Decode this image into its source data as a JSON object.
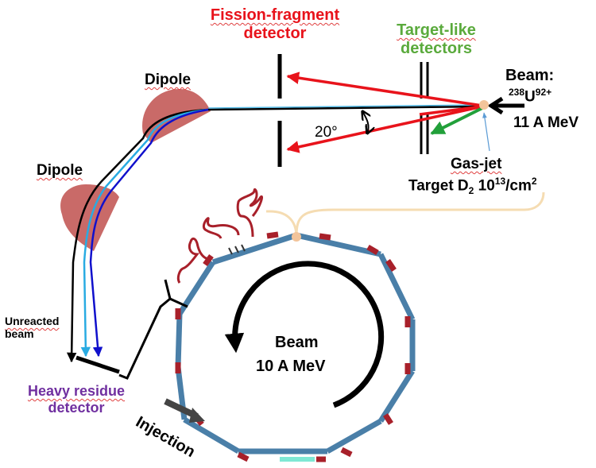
{
  "labels": {
    "fission_line1": "Fission-fragment",
    "fission_line2": "detector",
    "target_like_line1": "Target-like",
    "target_like_line2": "detectors",
    "beam_title": "Beam:",
    "beam_mass": "238",
    "beam_element": "U",
    "beam_charge": "92+",
    "beam_energy": "11 A MeV",
    "dipole_upper": "Dipole",
    "dipole_lower": "Dipole",
    "angle": "20°",
    "gas_jet": "Gas-jet",
    "target_prefix": "Target D",
    "target_sub": "2",
    "target_density": " 10",
    "target_exp": "13",
    "target_unit": "/cm",
    "target_unit_exp": "2",
    "unreacted_line1": "Unreacted",
    "unreacted_line2": "beam",
    "heavy_line1": "Heavy residue",
    "heavy_line2": "detector",
    "ring_beam": "Beam",
    "ring_energy": "10 A MeV",
    "injection": "Injection"
  },
  "colors": {
    "fission": "#e8131b",
    "target_like": "#5aaa3c",
    "heavy_residue": "#7030a0",
    "ring_section": "#4a7fa8",
    "ring_joint": "#a8202a",
    "ring_highlight": "#7fe8d4",
    "dipole": "#c0504d",
    "target_bracket": "#f5dcb2",
    "detector_bracket": "#b01818",
    "gas_jet_dot": "#f2c49a",
    "trajectory_black": "#000000",
    "trajectory_light_blue": "#29abe2",
    "trajectory_blue": "#1010cc"
  }
}
